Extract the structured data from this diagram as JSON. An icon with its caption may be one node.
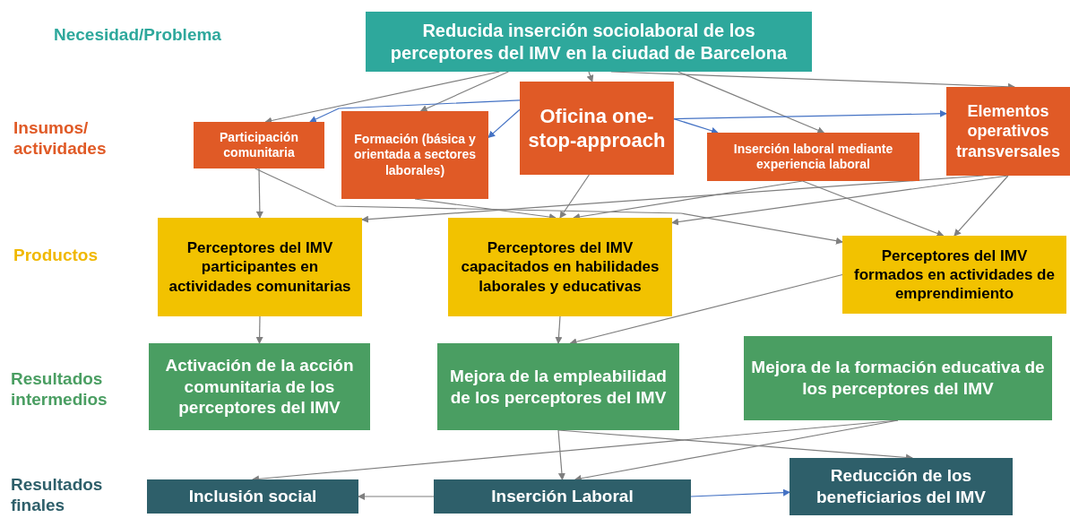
{
  "diagram": {
    "nodes": [
      {
        "text": [
          "Reducida inserción sociolaboral de los perceptores del IMV en la ciudad de Barcelona"
        ]
      },
      {
        "text": [
          "Participación comunitaria"
        ]
      },
      {
        "text": [
          "Formación (básica y orientada a sectores laborales)"
        ]
      },
      {
        "text": [
          "Oficina one-stop-approach"
        ]
      },
      {
        "text": [
          "Inserción laboral mediante experiencia laboral"
        ]
      },
      {
        "text": [
          "Elementos operativos transversales"
        ]
      },
      {
        "text": [
          "Perceptores del IMV participantes en actividades comunitarias"
        ]
      },
      {
        "text": [
          "Perceptores del IMV capacitados en habilidades laborales y educativas"
        ]
      },
      {
        "text": [
          "Perceptores del IMV formados en actividades de emprendimiento"
        ]
      },
      {
        "text": [
          "Activación de la acción comunitaria de los perceptores del IMV"
        ]
      },
      {
        "text": [
          "Mejora de la empleabilidad de los perceptores del IMV"
        ]
      },
      {
        "text": [
          "Mejora de la formación educativa de los perceptores del IMV"
        ]
      },
      {
        "text": [
          "Inclusión social"
        ]
      },
      {
        "text": [
          "Inserción Laboral"
        ]
      },
      {
        "text": [
          "Reducción de los beneficiarios del IMV"
        ]
      }
    ],
    "edges": [
      {
        "from": 0,
        "to": 1,
        "arrow": "to"
      },
      {
        "from": 0,
        "to": 2,
        "arrow": "to"
      },
      {
        "from": 0,
        "to": 3,
        "arrow": "to"
      },
      {
        "from": 0,
        "to": 4,
        "arrow": "to"
      },
      {
        "from": 0,
        "to": 5,
        "arrow": "to"
      },
      {
        "from": 3,
        "to": 1,
        "arrow": "to",
        "color": "#4472c4"
      },
      {
        "from": 3,
        "to": 2,
        "arrow": "to",
        "color": "#4472c4"
      },
      {
        "from": 3,
        "to": 4,
        "arrow": "to",
        "color": "#4472c4"
      },
      {
        "from": 3,
        "to": 5,
        "arrow": "to",
        "color": "#4472c4"
      },
      {
        "from": 1,
        "to": 6,
        "arrow": "to"
      },
      {
        "from": 1,
        "to": 8,
        "arrow": "to"
      },
      {
        "from": 2,
        "to": 7,
        "arrow": "to"
      },
      {
        "from": 3,
        "to": 7,
        "arrow": "to"
      },
      {
        "from": 4,
        "to": 7,
        "arrow": "to"
      },
      {
        "from": 5,
        "to": 6,
        "arrow": "to"
      },
      {
        "from": 5,
        "to": 7,
        "arrow": "to"
      },
      {
        "from": 4,
        "to": 8,
        "arrow": "to"
      },
      {
        "from": 5,
        "to": 8,
        "arrow": "to"
      },
      {
        "from": 6,
        "to": 9,
        "arrow": "to"
      },
      {
        "from": 7,
        "to": 10,
        "arrow": "to"
      },
      {
        "from": 8,
        "to": 10,
        "arrow": "to"
      },
      {
        "from": 10,
        "to": 13,
        "arrow": "to"
      },
      {
        "from": 10,
        "to": 14,
        "arrow": "to"
      },
      {
        "from": 11,
        "to": 12,
        "arrow": "to"
      },
      {
        "from": 11,
        "to": 13,
        "arrow": "to"
      },
      {
        "from": 13,
        "to": 12,
        "arrow": "to"
      },
      {
        "from": 13,
        "to": 14,
        "arrow": "to",
        "color": "#4472c4"
      }
    ],
    "labels": [
      "Necesidad/Problema",
      "Insumos/ actividades",
      "Productos",
      "Resultados intermedios",
      "Resultados finales"
    ]
  }
}
